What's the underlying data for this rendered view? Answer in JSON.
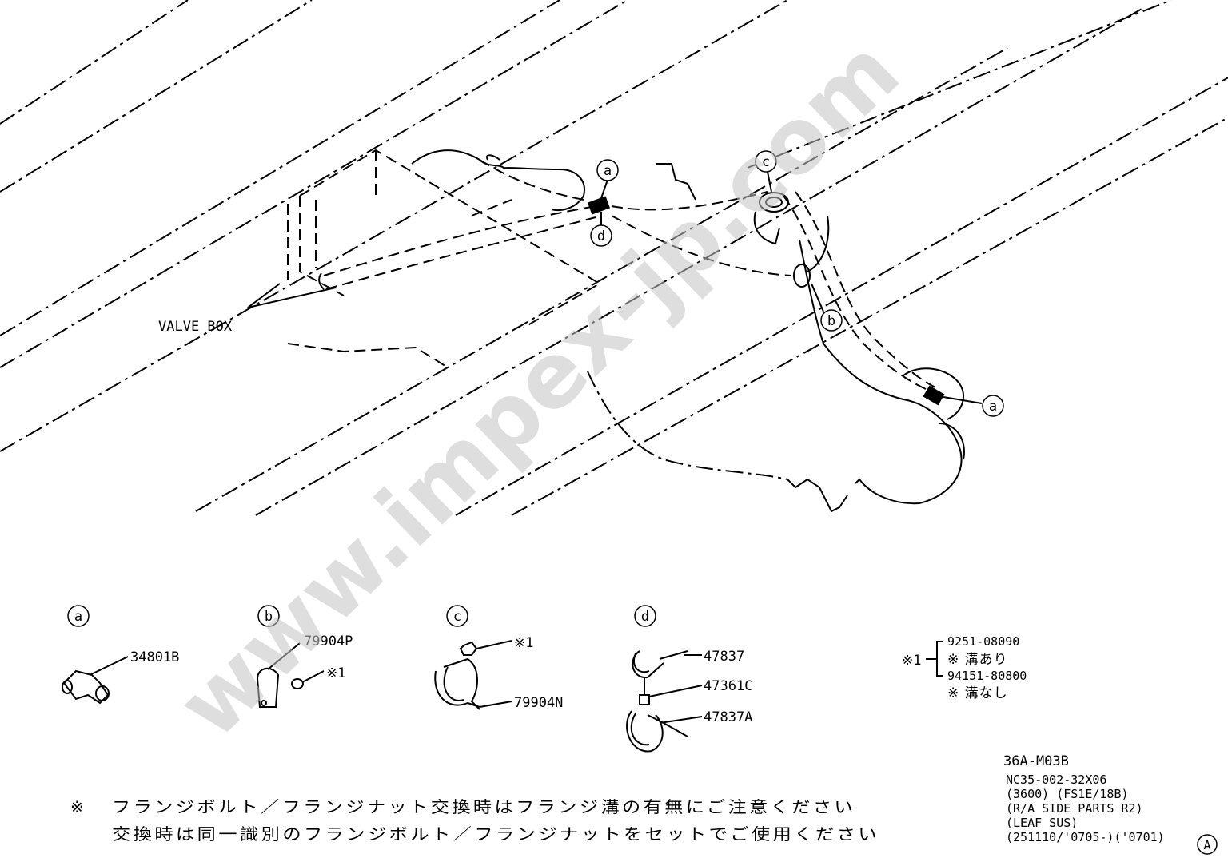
{
  "watermark": "www.impex-jp.com",
  "labels": {
    "valve_box": "VALVE BOX",
    "a": "a",
    "b": "b",
    "c": "c",
    "d": "d",
    "ref_a": "A"
  },
  "parts": {
    "a": "34801B",
    "b1": "79904P",
    "b2": "※1",
    "c1": "※1",
    "c2": "79904N",
    "d1": "47837",
    "d2": "47361C",
    "d3": "47837A"
  },
  "legend": {
    "mark": "※1",
    "line1": "9251-08090",
    "line2": "※ 溝あり",
    "line3": "94151-80800",
    "line4": "※ 溝なし"
  },
  "title_block": {
    "code": "36A-M03B",
    "line1": "NC35-002-32X06",
    "line2": "(3600) (FS1E/18B)",
    "line3": "(R/A SIDE PARTS R2)",
    "line4": "(LEAF SUS)",
    "line5": "(251110/'0705-)('0701)"
  },
  "note": {
    "mark": "※",
    "line1": "フランジボルト／フランジナット交換時はフランジ溝の有無にご注意ください",
    "line2": "交換時は同一識別のフランジボルト／フランジナットをセットでご使用ください"
  }
}
